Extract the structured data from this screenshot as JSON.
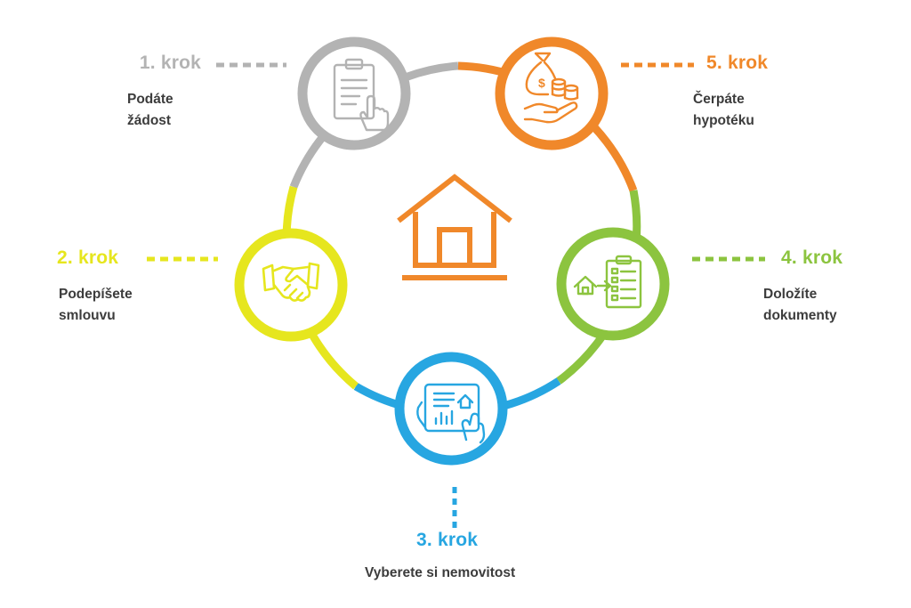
{
  "colors": {
    "step1": "#b3b3b3",
    "step2": "#e6e61e",
    "step3": "#27a6e1",
    "step4": "#8cc43f",
    "step5": "#f0882a",
    "house": "#f0882a",
    "text": "#3c3c3c"
  },
  "center_icon": "house-icon",
  "steps": [
    {
      "label": "1. krok",
      "desc": [
        "Podáte",
        "žádost"
      ],
      "icon": "clipboard-hand-icon"
    },
    {
      "label": "2. krok",
      "desc": [
        "Podepíšete",
        "smlouvu"
      ],
      "icon": "handshake-icon"
    },
    {
      "label": "3. krok",
      "desc": [
        "Vyberete si nemovitost"
      ],
      "icon": "tablet-property-icon"
    },
    {
      "label": "4. krok",
      "desc": [
        "Doložíte",
        "dokumenty"
      ],
      "icon": "house-checklist-icon"
    },
    {
      "label": "5. krok",
      "desc": [
        "Čerpáte",
        "hypotéku"
      ],
      "icon": "money-bag-hand-icon"
    }
  ]
}
